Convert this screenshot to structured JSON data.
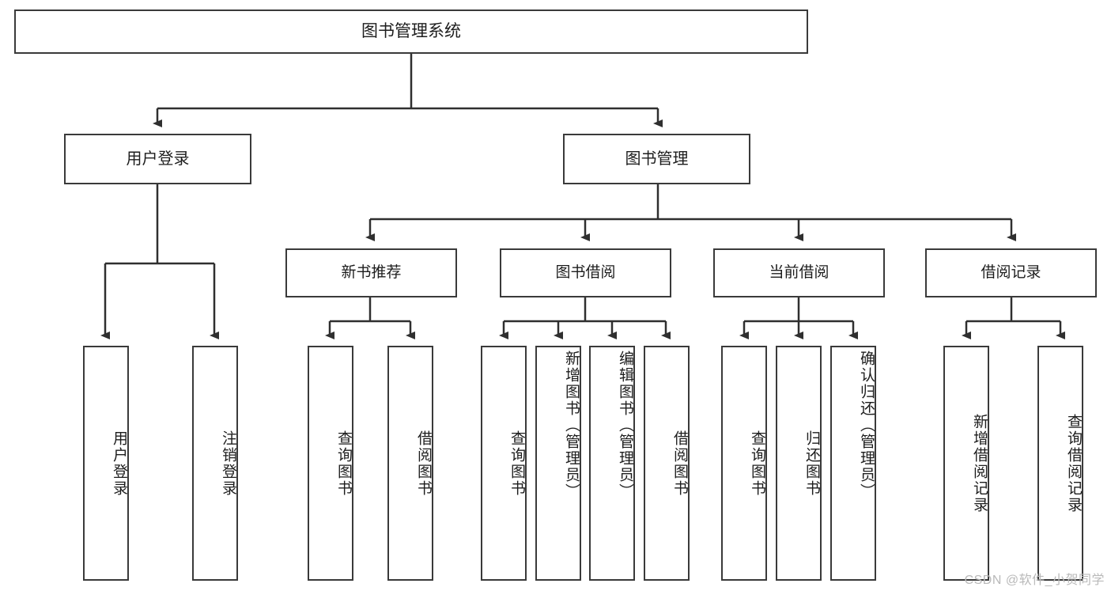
{
  "diagram": {
    "type": "tree-hierarchy-flowchart",
    "title": "图书管理系统",
    "colors": {
      "box_border": "#3a3a3a",
      "box_fill": "#ffffff",
      "connector": "#2f2f2f",
      "text": "#1d1d1d",
      "watermark": "#b9b9b9",
      "background": "#ffffff"
    },
    "levels": {
      "root": {
        "label": "图书管理系统"
      },
      "level2": [
        {
          "id": "user-login",
          "label": "用户登录"
        },
        {
          "id": "book-management",
          "label": "图书管理"
        }
      ],
      "level3": [
        {
          "id": "new-book-recommend",
          "label": "新书推荐",
          "parent": "book-management"
        },
        {
          "id": "book-borrow",
          "label": "图书借阅",
          "parent": "book-management"
        },
        {
          "id": "current-borrow",
          "label": "当前借阅",
          "parent": "book-management"
        },
        {
          "id": "borrow-record",
          "label": "借阅记录",
          "parent": "book-management"
        }
      ],
      "leaves": {
        "user-login": [
          {
            "id": "leaf-user-login",
            "label": "用户登录"
          },
          {
            "id": "leaf-logout",
            "label": "注销登录"
          }
        ],
        "new-book-recommend": [
          {
            "id": "leaf-query-book-1",
            "label": "查询图书"
          },
          {
            "id": "leaf-borrow-book-1",
            "label": "借阅图书"
          }
        ],
        "book-borrow": [
          {
            "id": "leaf-query-book-2",
            "label": "查询图书"
          },
          {
            "id": "leaf-add-book",
            "label": "新增图书（管理员）"
          },
          {
            "id": "leaf-edit-book",
            "label": "编辑图书（管理员）"
          },
          {
            "id": "leaf-borrow-book-2",
            "label": "借阅图书"
          }
        ],
        "current-borrow": [
          {
            "id": "leaf-query-book-3",
            "label": "查询图书"
          },
          {
            "id": "leaf-return-book",
            "label": "归还图书"
          },
          {
            "id": "leaf-confirm-return",
            "label": "确认归还（管理员）"
          }
        ],
        "borrow-record": [
          {
            "id": "leaf-add-record",
            "label": "新增借阅记录"
          },
          {
            "id": "leaf-query-record",
            "label": "查询借阅记录"
          }
        ]
      }
    },
    "watermark": "CSDN @软件_小贺同学"
  }
}
